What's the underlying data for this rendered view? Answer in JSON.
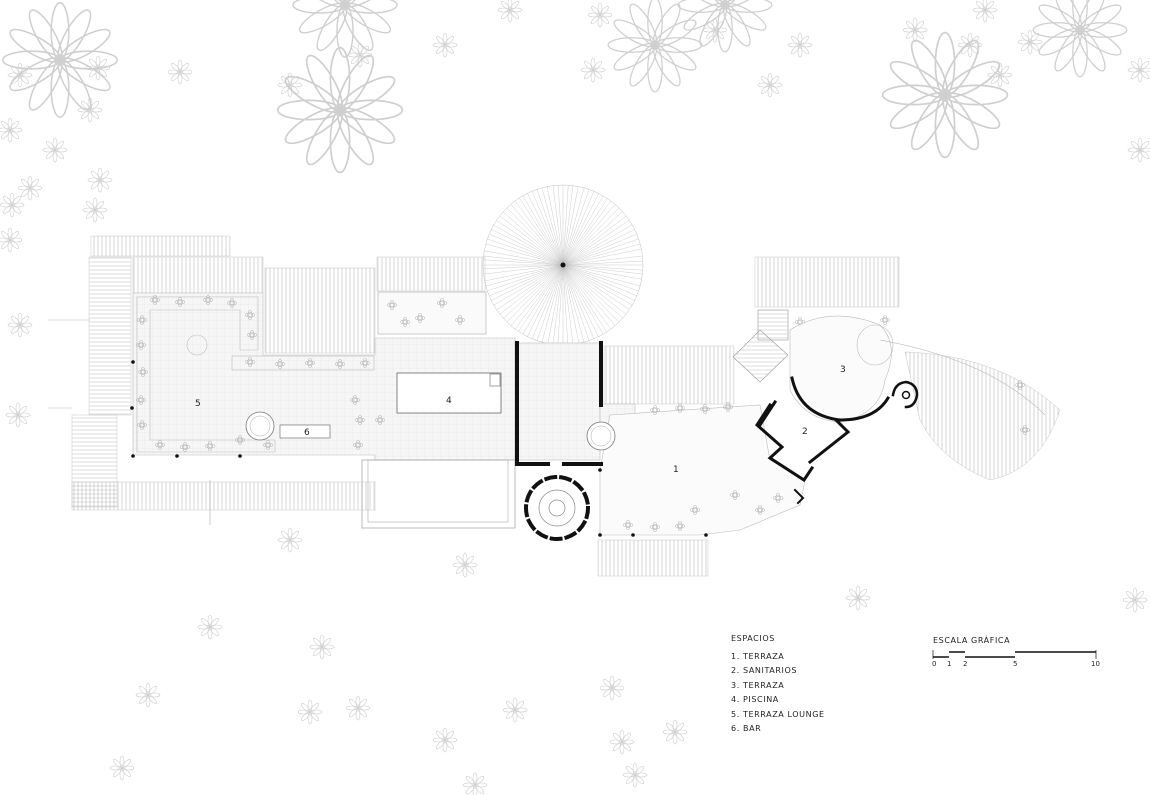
{
  "legend": {
    "title": "ESPACIOS",
    "items": [
      {
        "num": "1.",
        "label": "TERRAZA"
      },
      {
        "num": "2.",
        "label": "SANITARIOS"
      },
      {
        "num": "3.",
        "label": "TERRAZA"
      },
      {
        "num": "4.",
        "label": "PISCINA"
      },
      {
        "num": "5.",
        "label": "TERRAZA LOUNGE"
      },
      {
        "num": "6.",
        "label": "BAR"
      }
    ]
  },
  "scale": {
    "title": "ESCALA GRÁFICA",
    "labels": [
      "0",
      "1",
      "2",
      "5",
      "10"
    ]
  },
  "rooms": {
    "r1": "1",
    "r2": "2",
    "r3": "3",
    "r4": "4",
    "r5": "5",
    "r6": "6"
  }
}
